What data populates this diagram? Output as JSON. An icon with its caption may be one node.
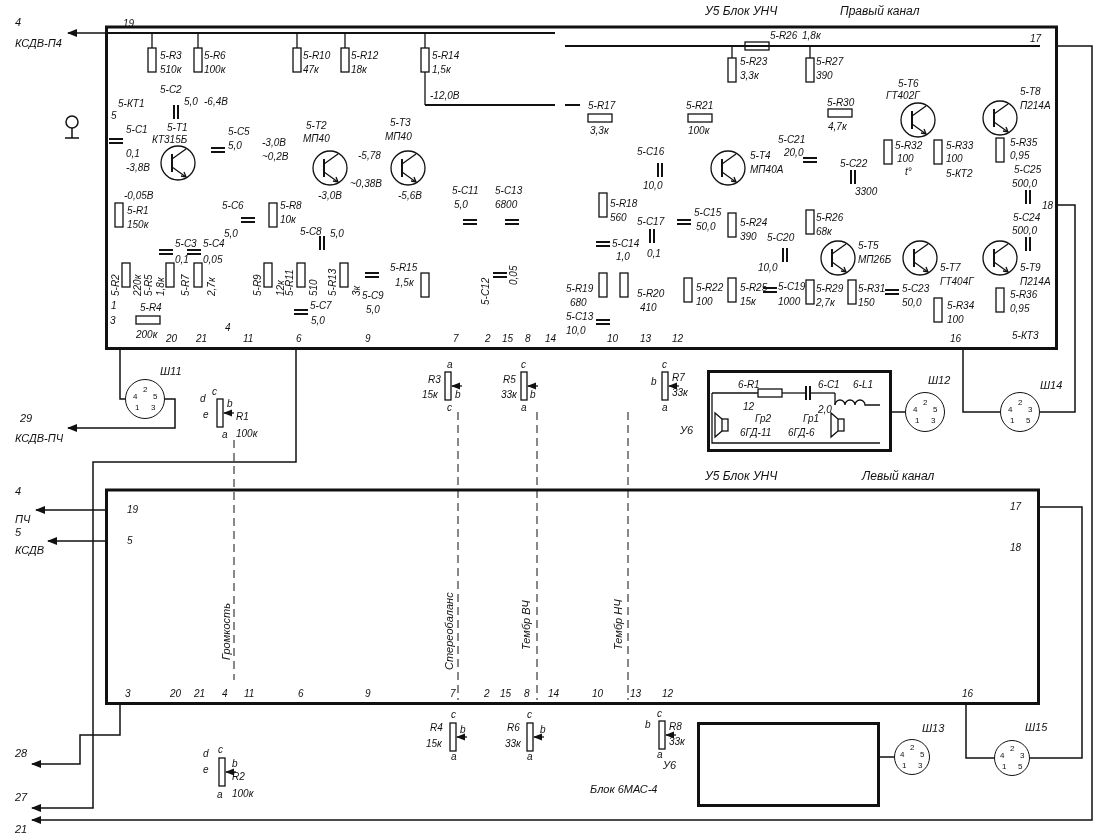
{
  "diagram": {
    "nodes": [
      {
        "text": [
          "У5 Блок УНЧ",
          "Правый канал"
        ]
      },
      {
        "text": [
          "2",
          "4",
          "5",
          "1",
          "3"
        ],
        "beside": [
          "Ш11"
        ]
      },
      {
        "text": [
          "6-R1",
          "6-C1",
          "2,0",
          "6-L1",
          "12",
          "Гр2",
          "6ГД-11",
          "Гр1",
          "6ГД-6"
        ],
        "beside": [
          "У6"
        ]
      },
      {
        "text": [
          "2",
          "4",
          "5",
          "1",
          "3"
        ],
        "beside": [
          "Ш12"
        ]
      },
      {
        "text": [
          "2",
          "4",
          "3",
          "1",
          "5"
        ],
        "beside": [
          "Ш14"
        ]
      },
      {
        "text": [
          "У5 Блок УНЧ",
          "Левый канал"
        ]
      },
      {
        "text": [],
        "shape": "box",
        "beside": [
          "У6",
          "Блок 6МАС-4"
        ]
      },
      {
        "text": [
          "2",
          "4",
          "5",
          "1",
          "3"
        ],
        "beside": [
          "Ш13"
        ]
      },
      {
        "text": [
          "2",
          "4",
          "3",
          "1",
          "5"
        ],
        "beside": [
          "Ш15"
        ]
      },
      {
        "text": [
          "4",
          "КСДВ-П4"
        ]
      },
      {
        "text": [
          "29",
          "КСДВ-ПЧ"
        ]
      },
      {
        "text": [
          "4",
          "ПЧ"
        ]
      },
      {
        "text": [
          "5",
          "КСДВ"
        ]
      },
      {
        "text": [
          "28"
        ]
      },
      {
        "text": [
          "27"
        ]
      },
      {
        "text": [
          "21"
        ]
      }
    ],
    "edges": [
      {
        "from": 0,
        "to": 9,
        "arrow": "to"
      },
      {
        "from": 1,
        "to": 10,
        "arrow": "to"
      },
      {
        "from": 0,
        "to": 1,
        "arrow": "none"
      },
      {
        "from": 2,
        "to": 3,
        "arrow": "none"
      },
      {
        "from": 0,
        "to": 4,
        "arrow": "none"
      },
      {
        "from": 0,
        "to": 4,
        "arrow": "none"
      },
      {
        "from": 5,
        "to": 11,
        "arrow": "to"
      },
      {
        "from": 5,
        "to": 12,
        "arrow": "to"
      },
      {
        "from": 5,
        "to": 13,
        "arrow": "to"
      },
      {
        "from": 0,
        "to": 14,
        "arrow": "to"
      },
      {
        "from": 6,
        "to": 7,
        "arrow": "none"
      },
      {
        "from": 5,
        "to": 8,
        "arrow": "none"
      },
      {
        "from": 5,
        "to": 8,
        "arrow": "none"
      },
      {
        "from": 0,
        "to": 15,
        "arrow": "to"
      }
    ],
    "labels": [
      "19",
      "5-R3",
      "510к",
      "5-R6",
      "100к",
      "5-C2",
      "5-КТ1",
      "5,0",
      "-6,4В",
      "5",
      "5-C1",
      "0,1",
      "5-T1",
      "КТ315Б",
      "5-C5",
      "5,0",
      "-3,8В",
      "-0,05В",
      "5-R1",
      "150к",
      "5-C3",
      "0,1",
      "5-C4",
      "0,05",
      "5-R2",
      "220к",
      "5-R5",
      "1,8к",
      "5-R7",
      "2,7к",
      "1",
      "5-R4",
      "3",
      "200к",
      "20",
      "21",
      "4",
      "11",
      "6",
      "9",
      "5-C6",
      "5,0",
      "5-R8",
      "10к",
      "5-R9",
      "12к",
      "5-R11",
      "510",
      "5-R13",
      "3к",
      "5-C7",
      "5,0",
      "5-C8",
      "5,0",
      "-3,0В",
      "~0,2В",
      "5-T2",
      "МП40",
      "-3,0В",
      "5-R10",
      "47к",
      "5-R12",
      "18к",
      "5-R14",
      "1,5к",
      "-12,0В",
      "5-T3",
      "МП40",
      "-5,78",
      "~0,38В",
      "-5,6В",
      "5-C11",
      "5,0",
      "5-C13",
      "6800",
      "5-C12",
      "0,05",
      "5-R15",
      "1,5к",
      "5-C9",
      "5,0",
      "7",
      "2",
      "15",
      "8",
      "14",
      "5-R26",
      "1,8к",
      "5-R23",
      "3,3к",
      "5-R27",
      "390",
      "5-R17",
      "3,3к",
      "5-R21",
      "100к",
      "5-C16",
      "10,0",
      "5-T4",
      "МП40А",
      "5-R30",
      "4,7к",
      "5-T6",
      "ГТ402Г",
      "5-T8",
      "П214А",
      "5-C21",
      "20,0",
      "5-R32",
      "100",
      "t°",
      "5-C22",
      "3300",
      "5-R33",
      "100",
      "5-КТ2",
      "5-R35",
      "0,95",
      "5-C25",
      "500,0",
      "18",
      "5-C24",
      "500,0",
      "5-R18",
      "560",
      "5-C17",
      "0,1",
      "5-C14",
      "1,0",
      "5-R19",
      "680",
      "5-C13",
      "10,0",
      "5-R20",
      "410",
      "5-C15",
      "50,0",
      "5-R24",
      "390",
      "5-R22",
      "100",
      "5-R25",
      "15к",
      "5-C19",
      "1000",
      "5-C20",
      "10,0",
      "5-R26",
      "68к",
      "5-T5",
      "МП26Б",
      "5-R29",
      "2,7к",
      "5-R31",
      "150",
      "5-C23",
      "50,0",
      "5-T7",
      "ГТ404Г",
      "5-T9",
      "П214А",
      "5-R34",
      "100",
      "5-R36",
      "0,95",
      "5-КТ3",
      "17",
      "10",
      "13",
      "12",
      "16",
      "d",
      "c",
      "b",
      "e",
      "R1",
      "a",
      "100к",
      "a",
      "R3",
      "15к",
      "b",
      "c",
      "c",
      "R5",
      "33к",
      "b",
      "a",
      "c",
      "b",
      "R7",
      "33к",
      "a",
      "19",
      "5",
      "17",
      "18",
      "Громкость",
      "Стереобаланс",
      "Тембр ВЧ",
      "Тембр НЧ",
      "3",
      "20",
      "21",
      "4",
      "11",
      "6",
      "9",
      "7",
      "2",
      "15",
      "8",
      "14",
      "10",
      "13",
      "12",
      "16",
      "d",
      "c",
      "e",
      "b",
      "R2",
      "a",
      "100к",
      "c",
      "R4",
      "b",
      "15к",
      "a",
      "c",
      "R6",
      "b",
      "33к",
      "a",
      "c",
      "b",
      "R8",
      "33к",
      "a"
    ]
  }
}
